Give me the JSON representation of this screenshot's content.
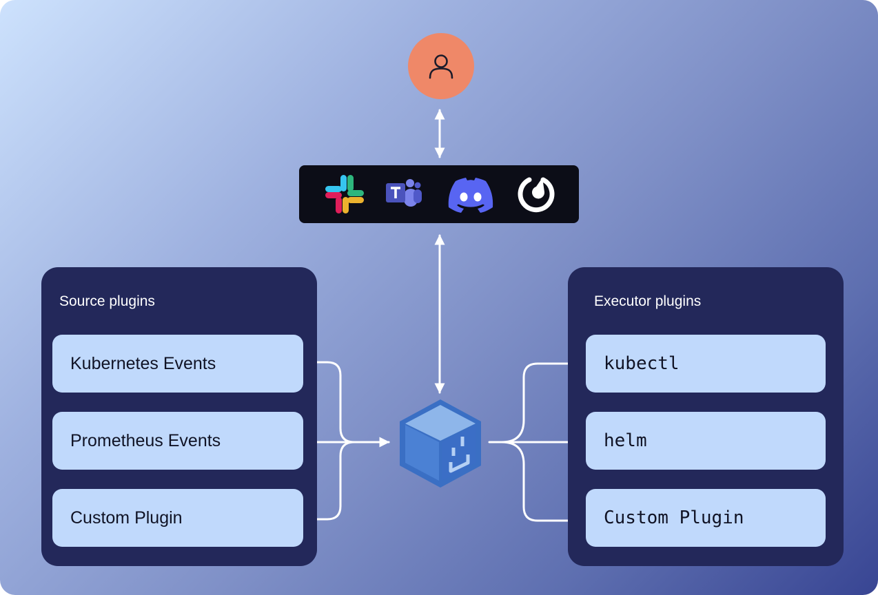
{
  "source_panel": {
    "title": "Source plugins",
    "items": [
      "Kubernetes Events",
      "Prometheus Events",
      "Custom Plugin"
    ]
  },
  "executor_panel": {
    "title": "Executor plugins",
    "items": [
      "kubectl",
      "helm",
      "Custom Plugin"
    ]
  },
  "chat_platforms": [
    "slack-icon",
    "teams-icon",
    "discord-icon",
    "mattermost-icon"
  ],
  "user": {
    "icon": "user-icon",
    "color": "#EF8868"
  },
  "hub": {
    "icon": "botkube-cube-icon",
    "color": "#4A82D6"
  },
  "colors": {
    "panel": "#23285A",
    "card": "#C0D9FC",
    "chat_bar": "#0C0D17",
    "arrows": "#FFFFFF"
  }
}
